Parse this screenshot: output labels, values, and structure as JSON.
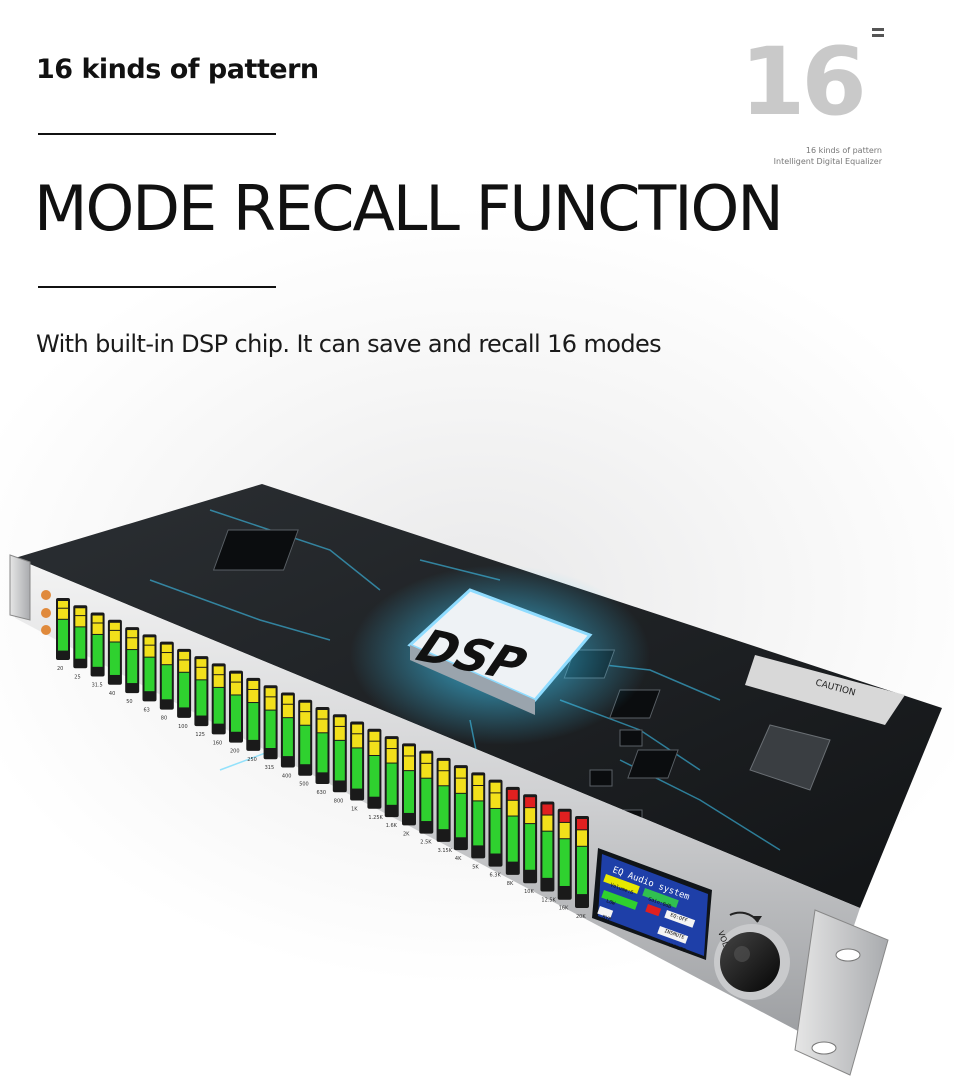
{
  "header": {
    "subtitle": "16 kinds of pattern",
    "headline": "MODE RECALL FUNCTION",
    "description": "With built-in DSP chip. It can save and recall 16 modes"
  },
  "badge": {
    "number": "16",
    "line1": "16 kinds of pattern",
    "line2": "Intelligent Digital Equalizer"
  },
  "device": {
    "chip_label": "DSP",
    "band_labels": [
      "20",
      "25",
      "31.5",
      "40",
      "50",
      "63",
      "80",
      "100",
      "125",
      "160",
      "200",
      "250",
      "315",
      "400",
      "500",
      "630",
      "800",
      "1K",
      "1.25K",
      "1.6K",
      "2K",
      "2.5K",
      "3.15K",
      "4K",
      "5K",
      "6.3K",
      "8K",
      "10K",
      "12.5K",
      "16K",
      "20K"
    ],
    "screen": {
      "title": "EQ Audio system",
      "row1": [
        "Volume:6",
        "Gain:0dB"
      ],
      "row2": [
        "LOW",
        "EQ:OFF"
      ],
      "row3": [
        "BYP",
        "INSMUTE"
      ],
      "row4": [
        "",
        "UNMUTE"
      ]
    },
    "knob_label": "VOL",
    "warning_label": "CAUTION",
    "colors": {
      "accent": "#3fd0ff",
      "meter_green": "#2fd12f",
      "meter_yellow": "#f2e01b",
      "meter_red": "#e02020"
    }
  }
}
